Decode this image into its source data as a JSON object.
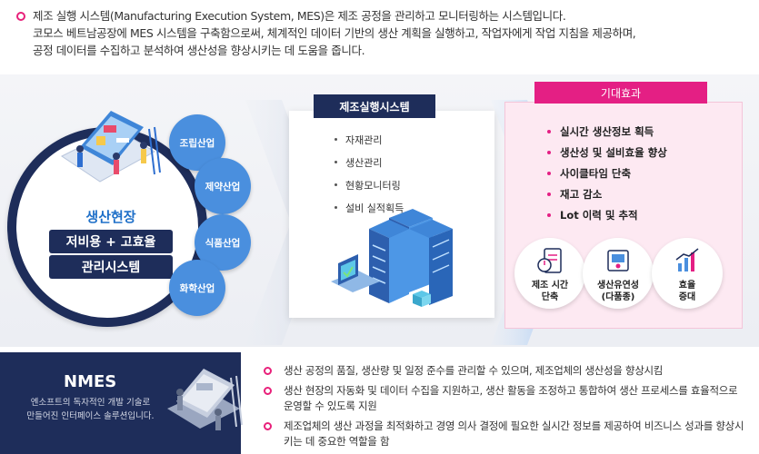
{
  "intro": {
    "lines": [
      "제조 실행 시스템(Manufacturing Execution System, MES)은 제조 공정을 관리하고 모니터링하는 시스템입니다.",
      "코모스 베트남공장에 MES 시스템을 구축함으로써, 체계적인 데이터 기반의 생산 계획을 실행하고, 작업자에게 작업 지침을 제공하며,",
      "공정 데이터를 수집하고 분석하여 생산성을 향상시키는 데 도움을 줍니다."
    ]
  },
  "left": {
    "title1": "생산현장",
    "title2": "저비용 + 고효율",
    "title3": "관리시스템",
    "industries": [
      "조립산업",
      "제약산업",
      "식품산업",
      "화학산업"
    ]
  },
  "mes": {
    "header": "제조실행시스템",
    "items": [
      "자재관리",
      "생산관리",
      "현황모니터링",
      "설비 실적획득"
    ]
  },
  "effects": {
    "header": "기대효과",
    "items": [
      "실시간 생산정보 획득",
      "생산성 및 설비효율 향상",
      "사이클타임 단축",
      "재고 감소",
      "Lot 이력 및 추적"
    ],
    "circles": [
      {
        "line1": "제조 시간",
        "line2": "단축",
        "icon": "stopwatch-checklist-icon"
      },
      {
        "line1": "생산유연성",
        "line2": "(다품종)",
        "icon": "production-machine-icon"
      },
      {
        "line1": "효율",
        "line2": "증대",
        "icon": "chart-growth-icon"
      }
    ]
  },
  "nmes": {
    "title": "NMES",
    "desc1": "엔소프트의 독자적인 개발 기술로",
    "desc2": "만들어진 인터페이스 솔루션입니다.",
    "points": [
      "생산 공정의 품질, 생산량 및 일정 준수를 관리할 수 있으며, 제조업체의 생산성을 향상시킴",
      "생산 현장의 자동화 및 데이터 수집을 지원하고, 생산 활동을 조정하고 통합하여 생산 프로세스를 효율적으로 운영할 수 있도록 지원",
      "제조업체의 생산 과정을 최적화하고 경영 의사 결정에 필요한 실시간 정보를 제공하여 비즈니스 성과를 향상시키는 데 중요한 역할을 함"
    ]
  },
  "colors": {
    "navy": "#1e2d5a",
    "pink": "#e41f84",
    "blue": "#4a8fde",
    "pinkBg": "#fde9f2"
  }
}
